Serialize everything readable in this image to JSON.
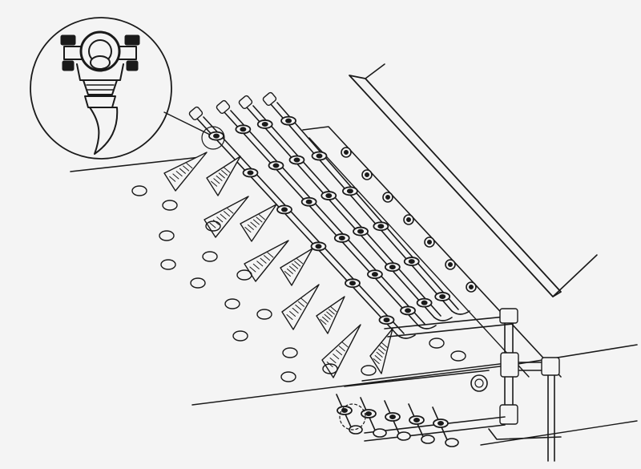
{
  "figure": {
    "subject": "spray-nozzle-manifold",
    "colors": {
      "ink": "#1a1a1a",
      "paper": "#f4f4f4"
    },
    "icons": [
      "nozzle-detail-callout",
      "spray-cone",
      "pipe-manifold",
      "conveyor-belt",
      "spray-droplet"
    ]
  }
}
